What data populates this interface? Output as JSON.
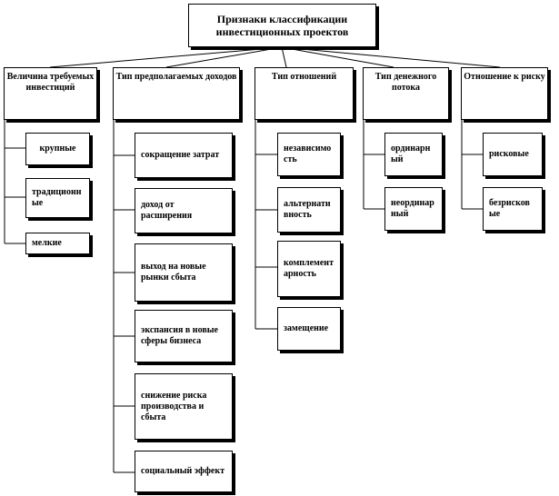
{
  "root": {
    "label": "Признаки классификации инвестиционных проектов"
  },
  "categories": [
    {
      "label": "Величина требуемых инвестиций",
      "items": [
        "крупные",
        "традиционные",
        "мелкие"
      ]
    },
    {
      "label": "Тип предполагаемых доходов",
      "items": [
        "сокращение затрат",
        "доход от расширения",
        "выход на новые рынки сбыта",
        "экспансия в новые сферы бизнеса",
        "снижение риска производства и сбыта",
        "социальный эффект"
      ]
    },
    {
      "label": "Тип отношений",
      "items": [
        "независимость",
        "альтернативность",
        "комплементарность",
        "замещение"
      ]
    },
    {
      "label": "Тип денежного потока",
      "items": [
        "ординарный",
        "неординарный"
      ]
    },
    {
      "label": "Отношение к риску",
      "items": [
        "рисковые",
        "безрисковые"
      ]
    }
  ]
}
